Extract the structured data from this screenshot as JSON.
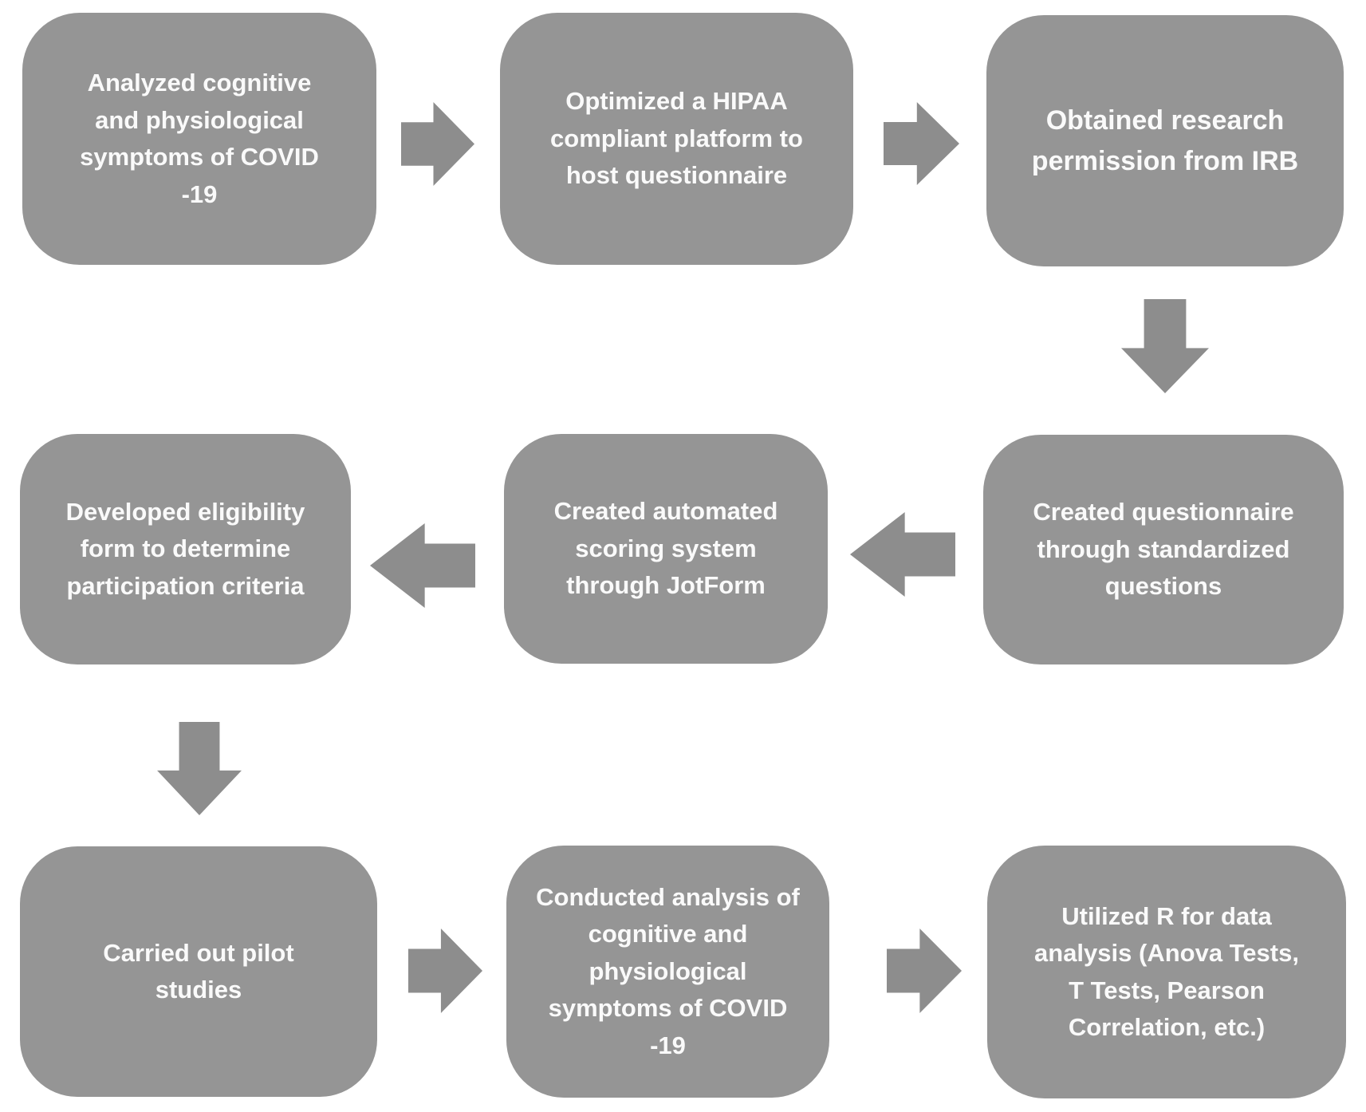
{
  "flowchart": {
    "colors": {
      "background": "#ffffff",
      "box": "#959595",
      "arrow": "#8d8d8d",
      "text": "#fafafa"
    },
    "steps": [
      {
        "id": 1,
        "label": "Analyzed cognitive\nand physiological\nsymptoms of COVID\n-19"
      },
      {
        "id": 2,
        "label": "Optimized a HIPAA\ncompliant platform to\nhost questionnaire"
      },
      {
        "id": 3,
        "label": "Obtained research\npermission from IRB"
      },
      {
        "id": 4,
        "label": "Created questionnaire\nthrough standardized\nquestions"
      },
      {
        "id": 5,
        "label": "Created automated\nscoring system\nthrough JotForm"
      },
      {
        "id": 6,
        "label": "Developed eligibility\nform to determine\nparticipation criteria"
      },
      {
        "id": 7,
        "label": "Carried out pilot\nstudies"
      },
      {
        "id": 8,
        "label": "Conducted analysis of\ncognitive and\nphysiological\nsymptoms of COVID\n-19"
      },
      {
        "id": 9,
        "label": "Utilized R for data\nanalysis (Anova Tests,\nT Tests, Pearson\nCorrelation, etc.)"
      }
    ],
    "connections": [
      {
        "from": 1,
        "to": 2,
        "direction": "right"
      },
      {
        "from": 2,
        "to": 3,
        "direction": "right"
      },
      {
        "from": 3,
        "to": 4,
        "direction": "down"
      },
      {
        "from": 4,
        "to": 5,
        "direction": "left"
      },
      {
        "from": 5,
        "to": 6,
        "direction": "left"
      },
      {
        "from": 6,
        "to": 7,
        "direction": "down"
      },
      {
        "from": 7,
        "to": 8,
        "direction": "right"
      },
      {
        "from": 8,
        "to": 9,
        "direction": "right"
      }
    ]
  }
}
